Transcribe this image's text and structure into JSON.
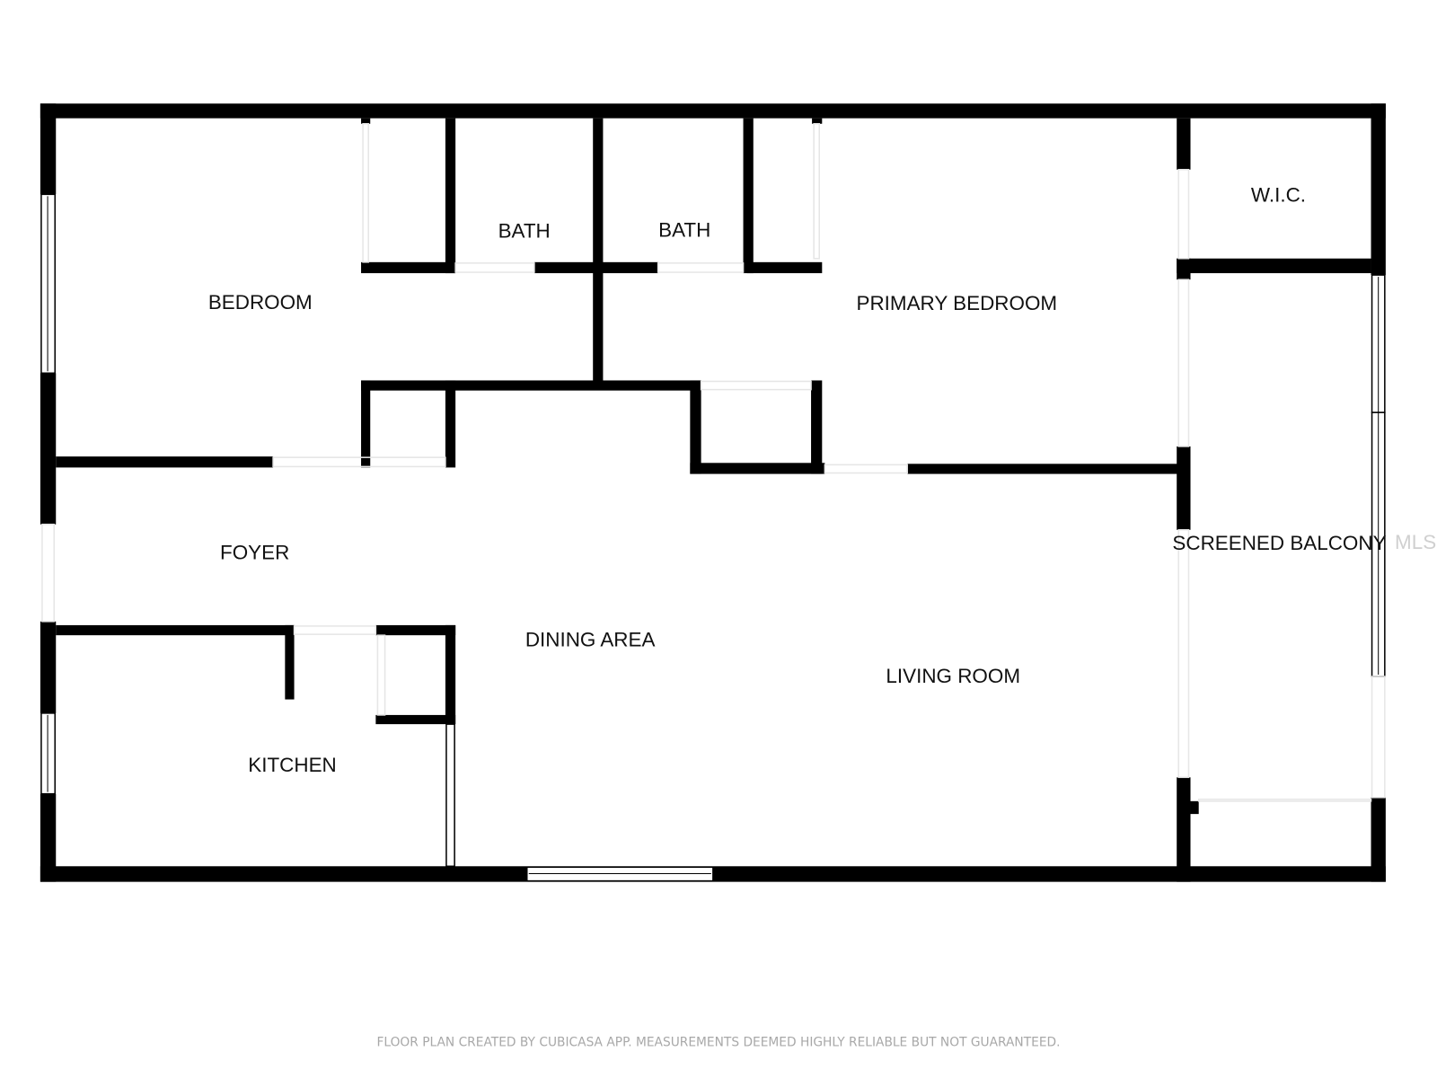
{
  "rooms": {
    "bedroom": "BEDROOM",
    "bath_left": "BATH",
    "bath_right": "BATH",
    "primary_bedroom": "PRIMARY BEDROOM",
    "wic": "W.I.C.",
    "foyer": "FOYER",
    "screened_balcony": "SCREENED BALCONY",
    "dining_area": "DINING AREA",
    "living_room": "LIVING ROOM",
    "kitchen": "KITCHEN"
  },
  "watermark": "MLS",
  "footer": "FLOOR PLAN CREATED BY CUBICASA APP. MEASUREMENTS DEEMED HIGHLY RELIABLE BUT NOT GUARANTEED."
}
